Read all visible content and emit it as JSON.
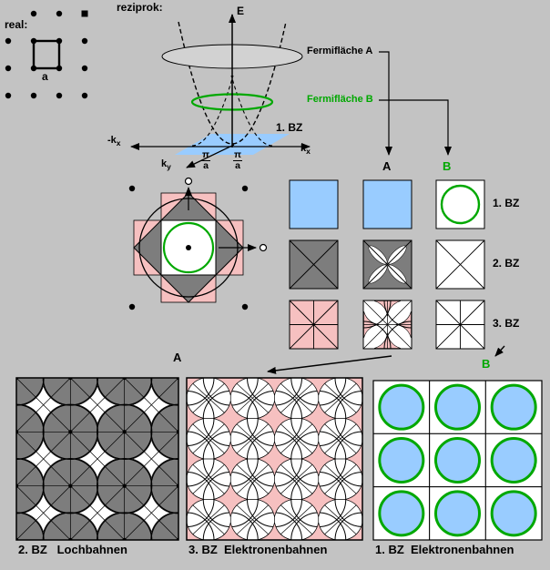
{
  "figure": {
    "background": "#c3c3c3",
    "colors": {
      "blue": "#99ccff",
      "green": "#00a800",
      "pink": "#f6c0c0",
      "gray": "#7d7d7d",
      "light_gray": "#d2d2d2"
    },
    "real_space": {
      "title": "real:",
      "lattice_constant": "a"
    },
    "reciprocal": {
      "title": "reziprok:",
      "energy_axis": "E",
      "fermi_surface_a": "Fermifläche A",
      "fermi_surface_b": "Fermifläche B",
      "first_bz": "1. BZ",
      "axis_neg_kx": "-k",
      "axis_neg_kx_sub": "x",
      "axis_kx": "k",
      "axis_kx_sub": "x",
      "axis_ky": "k",
      "axis_ky_sub": "y",
      "zone_boundary_left_num": "π",
      "zone_boundary_left_den": "a",
      "zone_boundary_right_num": "π",
      "zone_boundary_right_den": "a"
    },
    "zone_grid": {
      "col_a": "A",
      "col_b": "B",
      "rows": [
        {
          "label": "1. BZ"
        },
        {
          "label": "2. BZ"
        },
        {
          "label": "3. BZ"
        }
      ]
    },
    "orbits": {
      "label_a": "A",
      "label_b": "B",
      "caption_2bz": "2. BZ   Lochbahnen",
      "caption_3bz": "3. BZ  Elektronenbahnen",
      "caption_1bz": "1. BZ  Elektronenbahnen"
    }
  }
}
